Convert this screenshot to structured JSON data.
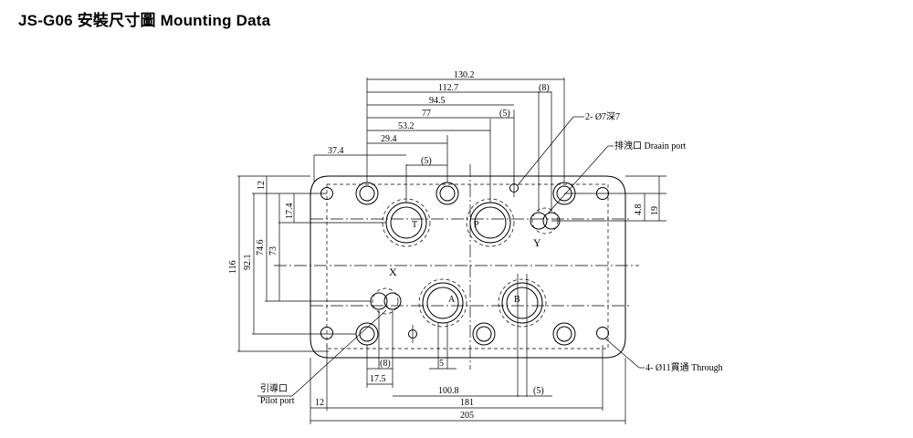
{
  "title": "JS-G06 安裝尺寸圖 Mounting Data",
  "ports": {
    "t": "T",
    "p": "P",
    "a": "A",
    "b": "B",
    "x": "X",
    "y": "Y"
  },
  "callouts": {
    "pin_hole": "2- Ø7深7",
    "drain_port": "排洩口 Draain port",
    "pilot_port_cn": "引導口",
    "pilot_port_en": "Pilot port",
    "through_holes": "4- Ø11貫通 Through"
  },
  "dims_top": {
    "d130_2": "130.2",
    "d112_7": "112.7",
    "d8": "(8)",
    "d94_5": "94.5",
    "d77": "77",
    "d5": "(5)",
    "d53_2": "53.2",
    "d37_4": "37.4",
    "d29_4": "29.4",
    "d5b": "(5)"
  },
  "dims_left": {
    "d116": "116",
    "d92_1": "92.1",
    "d74_6": "74.6",
    "d73": "73",
    "d17_4": "17.4",
    "d12": "12"
  },
  "dims_right": {
    "d4_8": "4.8",
    "d19": "19"
  },
  "dims_bottom": {
    "d8": "(8)",
    "d5": "5",
    "d17_5": "17.5",
    "d100_8": "100.8",
    "d5b": "(5)",
    "d12": "12",
    "d181": "181",
    "d205": "205"
  }
}
